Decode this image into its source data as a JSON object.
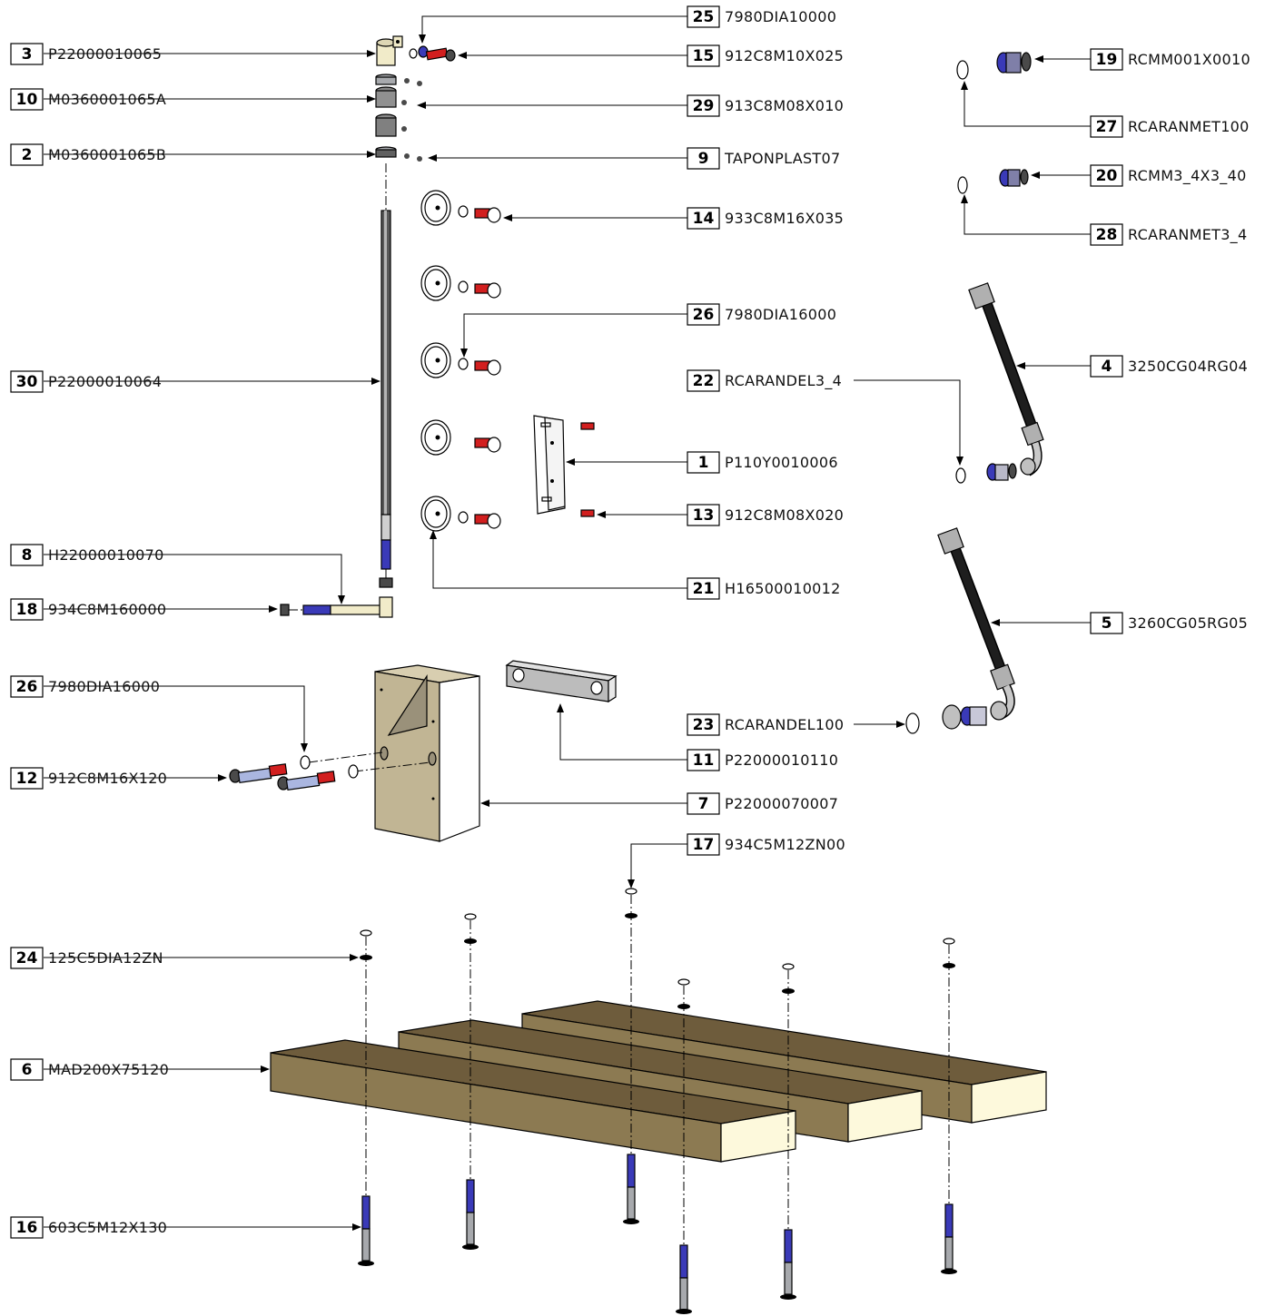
{
  "colors": {
    "wood_top": "#6e5c3c",
    "wood_side": "#8c7a52",
    "wood_end": "#fdf9dc",
    "block_tan": "#c1b594",
    "block_shadow": "#9a917a",
    "steel_grey": "#a7a9ad",
    "dark_grey": "#4a4a4a",
    "blue": "#3a3ab8",
    "red": "#d21f1f",
    "cream": "#f1ebc9",
    "hose_black": "#1e1e1e"
  },
  "callouts": [
    {
      "num": "25",
      "code": "7980DIA10000"
    },
    {
      "num": "3",
      "code": "P22000010065"
    },
    {
      "num": "15",
      "code": "912C8M10X025"
    },
    {
      "num": "19",
      "code": "RCMM001X0010"
    },
    {
      "num": "10",
      "code": "M0360001065A"
    },
    {
      "num": "29",
      "code": "913C8M08X010"
    },
    {
      "num": "27",
      "code": "RCARANMET100"
    },
    {
      "num": "2",
      "code": "M0360001065B"
    },
    {
      "num": "9",
      "code": "TAPONPLAST07"
    },
    {
      "num": "20",
      "code": "RCMM3_4X3_40"
    },
    {
      "num": "14",
      "code": "933C8M16X035"
    },
    {
      "num": "28",
      "code": "RCARANMET3_4"
    },
    {
      "num": "26",
      "code": "7980DIA16000"
    },
    {
      "num": "30",
      "code": "P22000010064"
    },
    {
      "num": "22",
      "code": "RCARANDEL3_4"
    },
    {
      "num": "4",
      "code": "3250CG04RG04"
    },
    {
      "num": "1",
      "code": "P110Y0010006"
    },
    {
      "num": "13",
      "code": "912C8M08X020"
    },
    {
      "num": "8",
      "code": "H22000010070"
    },
    {
      "num": "21",
      "code": "H16500010012"
    },
    {
      "num": "18",
      "code": "934C8M160000"
    },
    {
      "num": "5",
      "code": "3260CG05RG05"
    },
    {
      "num": "26",
      "code": "7980DIA16000"
    },
    {
      "num": "23",
      "code": "RCARANDEL100"
    },
    {
      "num": "11",
      "code": "P22000010110"
    },
    {
      "num": "12",
      "code": "912C8M16X120"
    },
    {
      "num": "7",
      "code": "P22000070007"
    },
    {
      "num": "17",
      "code": "934C5M12ZN00"
    },
    {
      "num": "24",
      "code": "125C5DIA12ZN"
    },
    {
      "num": "6",
      "code": "MAD200X75120"
    },
    {
      "num": "16",
      "code": "603C5M12X130"
    }
  ]
}
